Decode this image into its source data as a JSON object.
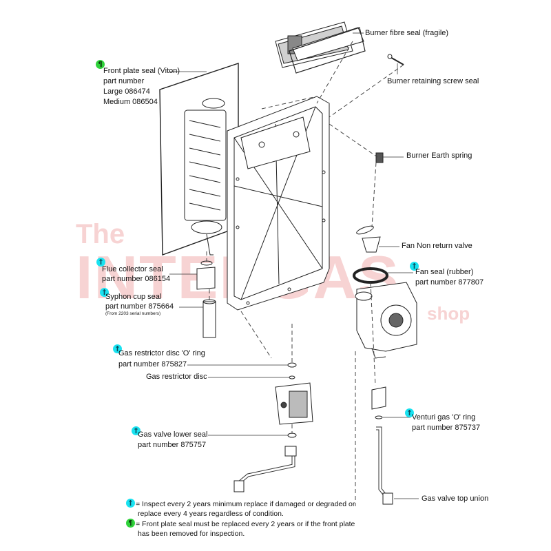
{
  "watermark": {
    "word1": "The",
    "word2": "INTERGAS",
    "word3": "shop",
    "color": "#f7d3d3"
  },
  "badges": {
    "inspect_glyph": "†",
    "replace_glyph": "¶",
    "inspect_color": "#19e2f0",
    "replace_color": "#2fd23a"
  },
  "labels": {
    "burner_fibre_seal": "Burner fibre seal (fragile)",
    "burner_retaining_screw_seal": "Burner retaining screw seal",
    "front_plate_seal": {
      "line1": "Front plate seal (Viton)",
      "line2": "part number",
      "line3": "Large 086474",
      "line4": "Medium 086504"
    },
    "burner_earth_spring": "Burner Earth spring",
    "fan_non_return_valve": "Fan Non return valve",
    "flue_collector_seal": {
      "line1": "Flue collector seal",
      "line2": "part number 086154"
    },
    "fan_seal": {
      "line1": "Fan seal (rubber)",
      "line2": "part number 877807"
    },
    "syphon_cup_seal": {
      "line1": "Syphon cup seal",
      "line2": "part number 875664",
      "line3": "(From 2203 serial numbers)"
    },
    "gas_restrictor_o_ring": {
      "line1": "Gas restrictor disc 'O' ring",
      "line2": "part number 875827"
    },
    "gas_restrictor_disc": "Gas restrictor disc",
    "venturi_o_ring": {
      "line1": "Venturi gas 'O' ring",
      "line2": "part number 875737"
    },
    "gas_valve_lower_seal": {
      "line1": "Gas valve lower seal",
      "line2": "part number 875757"
    },
    "gas_valve_top_union": "Gas valve top union"
  },
  "legend": {
    "inspect": {
      "line1": "= Inspect every 2 years minimum replace if damaged or degraded or",
      "line2": "replace every 4 years regardless of condition."
    },
    "replace": {
      "line1": "= Front plate seal must be replaced every 2 years or if the front plate",
      "line2": "has been removed for inspection."
    }
  }
}
